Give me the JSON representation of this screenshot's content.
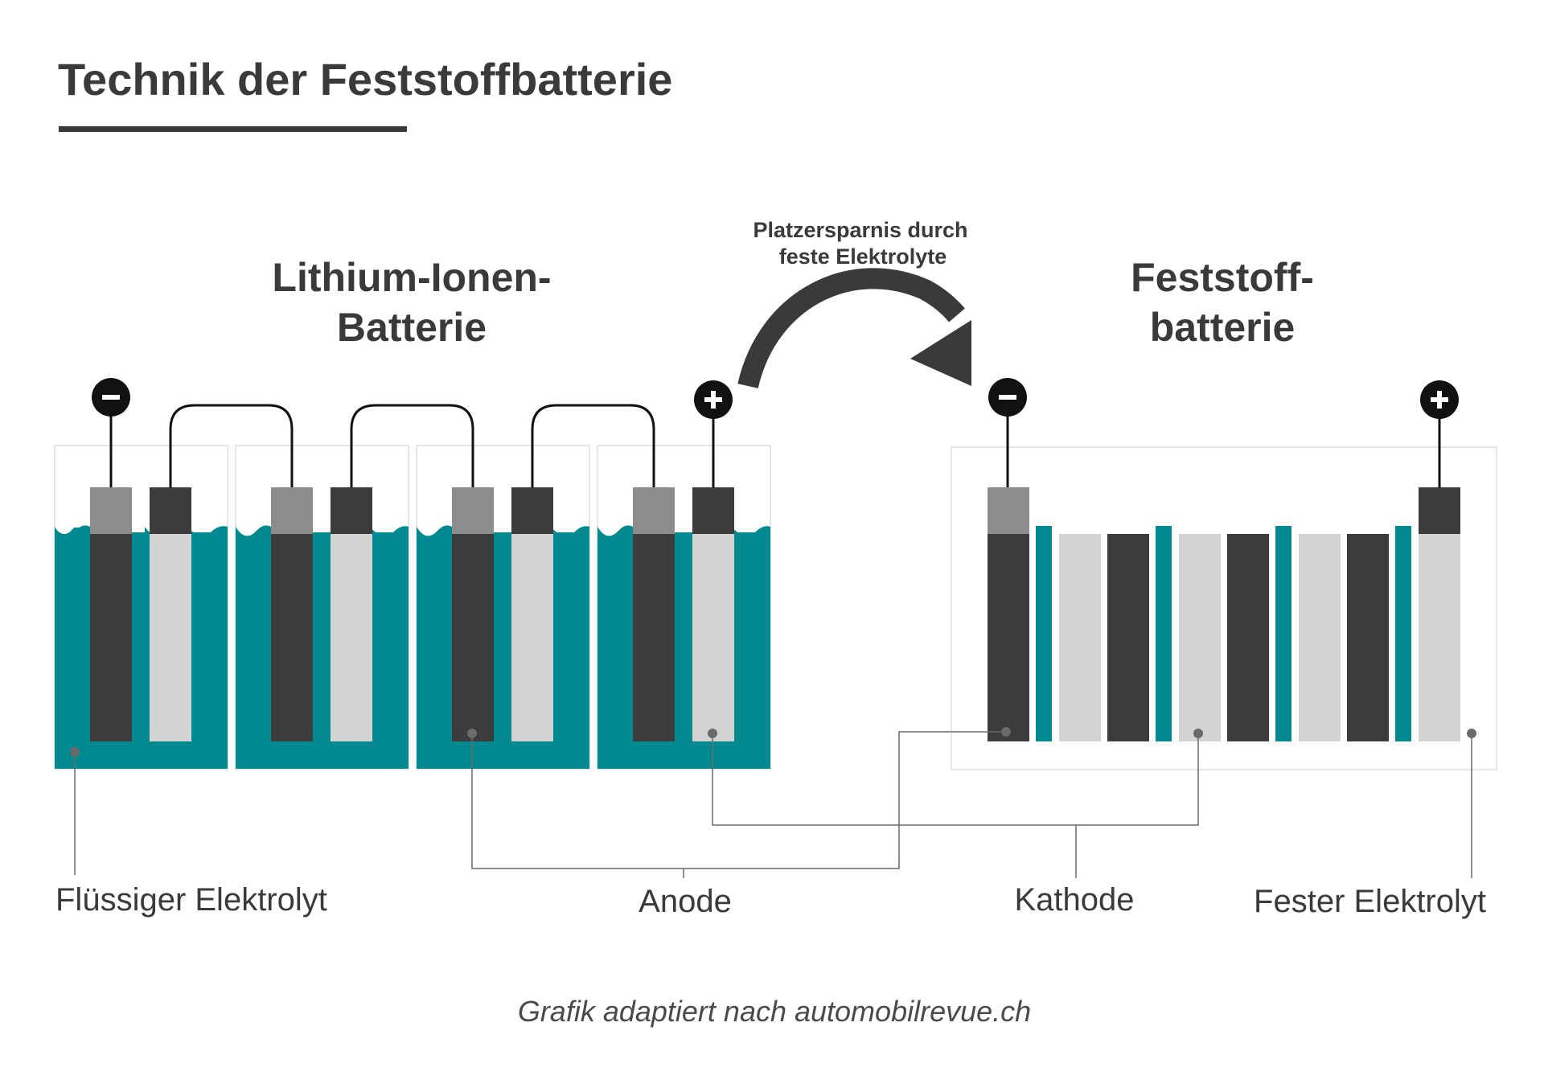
{
  "header": {
    "title": "Technik der Feststoffbatterie"
  },
  "lithium_ion": {
    "title_line1": "Lithium-Ionen-",
    "title_line2": "Batterie"
  },
  "solid_state": {
    "title_line1": "Feststoff-",
    "title_line2": "batterie"
  },
  "arrow_caption": {
    "line1": "Platzersparnis durch",
    "line2": "feste Elektrolyte"
  },
  "terminals": {
    "negative": "−",
    "positive": "+"
  },
  "labels": {
    "liquid_electrolyte": "Flüssiger Elektrolyt",
    "anode": "Anode",
    "cathode": "Kathode",
    "solid_electrolyte": "Fester Elektrolyt"
  },
  "source": "Grafik adaptiert nach automobilrevue.ch",
  "colors": {
    "electrolyte": "#008a90",
    "anode": "#3c3c3c",
    "cathode": "#d3d3d3",
    "anode_cap": "#8c8c8c",
    "cathode_cap": "#3c3c3c",
    "text": "#3a3a3a",
    "frame": "#e4e4e4"
  }
}
